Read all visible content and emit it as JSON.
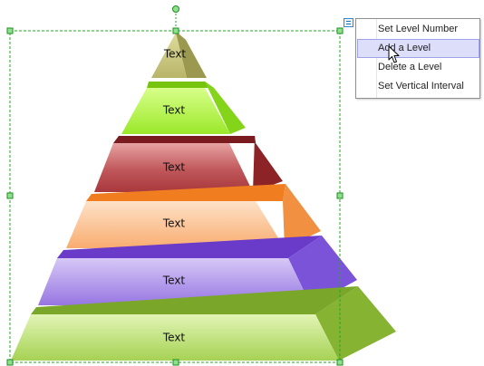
{
  "pyramid": {
    "levels": [
      {
        "label": "Text",
        "front": "#c3c07a",
        "side": "#9b9850"
      },
      {
        "label": "Text",
        "front": "#b0f63f",
        "side": "#84d41a"
      },
      {
        "label": "Text",
        "front": "#bd4f53",
        "side": "#8c2427"
      },
      {
        "label": "Text",
        "front": "#fbbd8d",
        "side": "#f09040"
      },
      {
        "label": "Text",
        "front": "#a88be9",
        "side": "#7a53d8"
      },
      {
        "label": "Text",
        "front": "#b7dc6d",
        "side": "#86b332"
      }
    ],
    "selection_color": "#22aa22"
  },
  "context_menu": {
    "items": [
      {
        "label": "Set Level Number"
      },
      {
        "label": "Add a Level"
      },
      {
        "label": "Delete a Level"
      },
      {
        "label": "Set Vertical Interval"
      }
    ],
    "hovered_index": 1
  }
}
